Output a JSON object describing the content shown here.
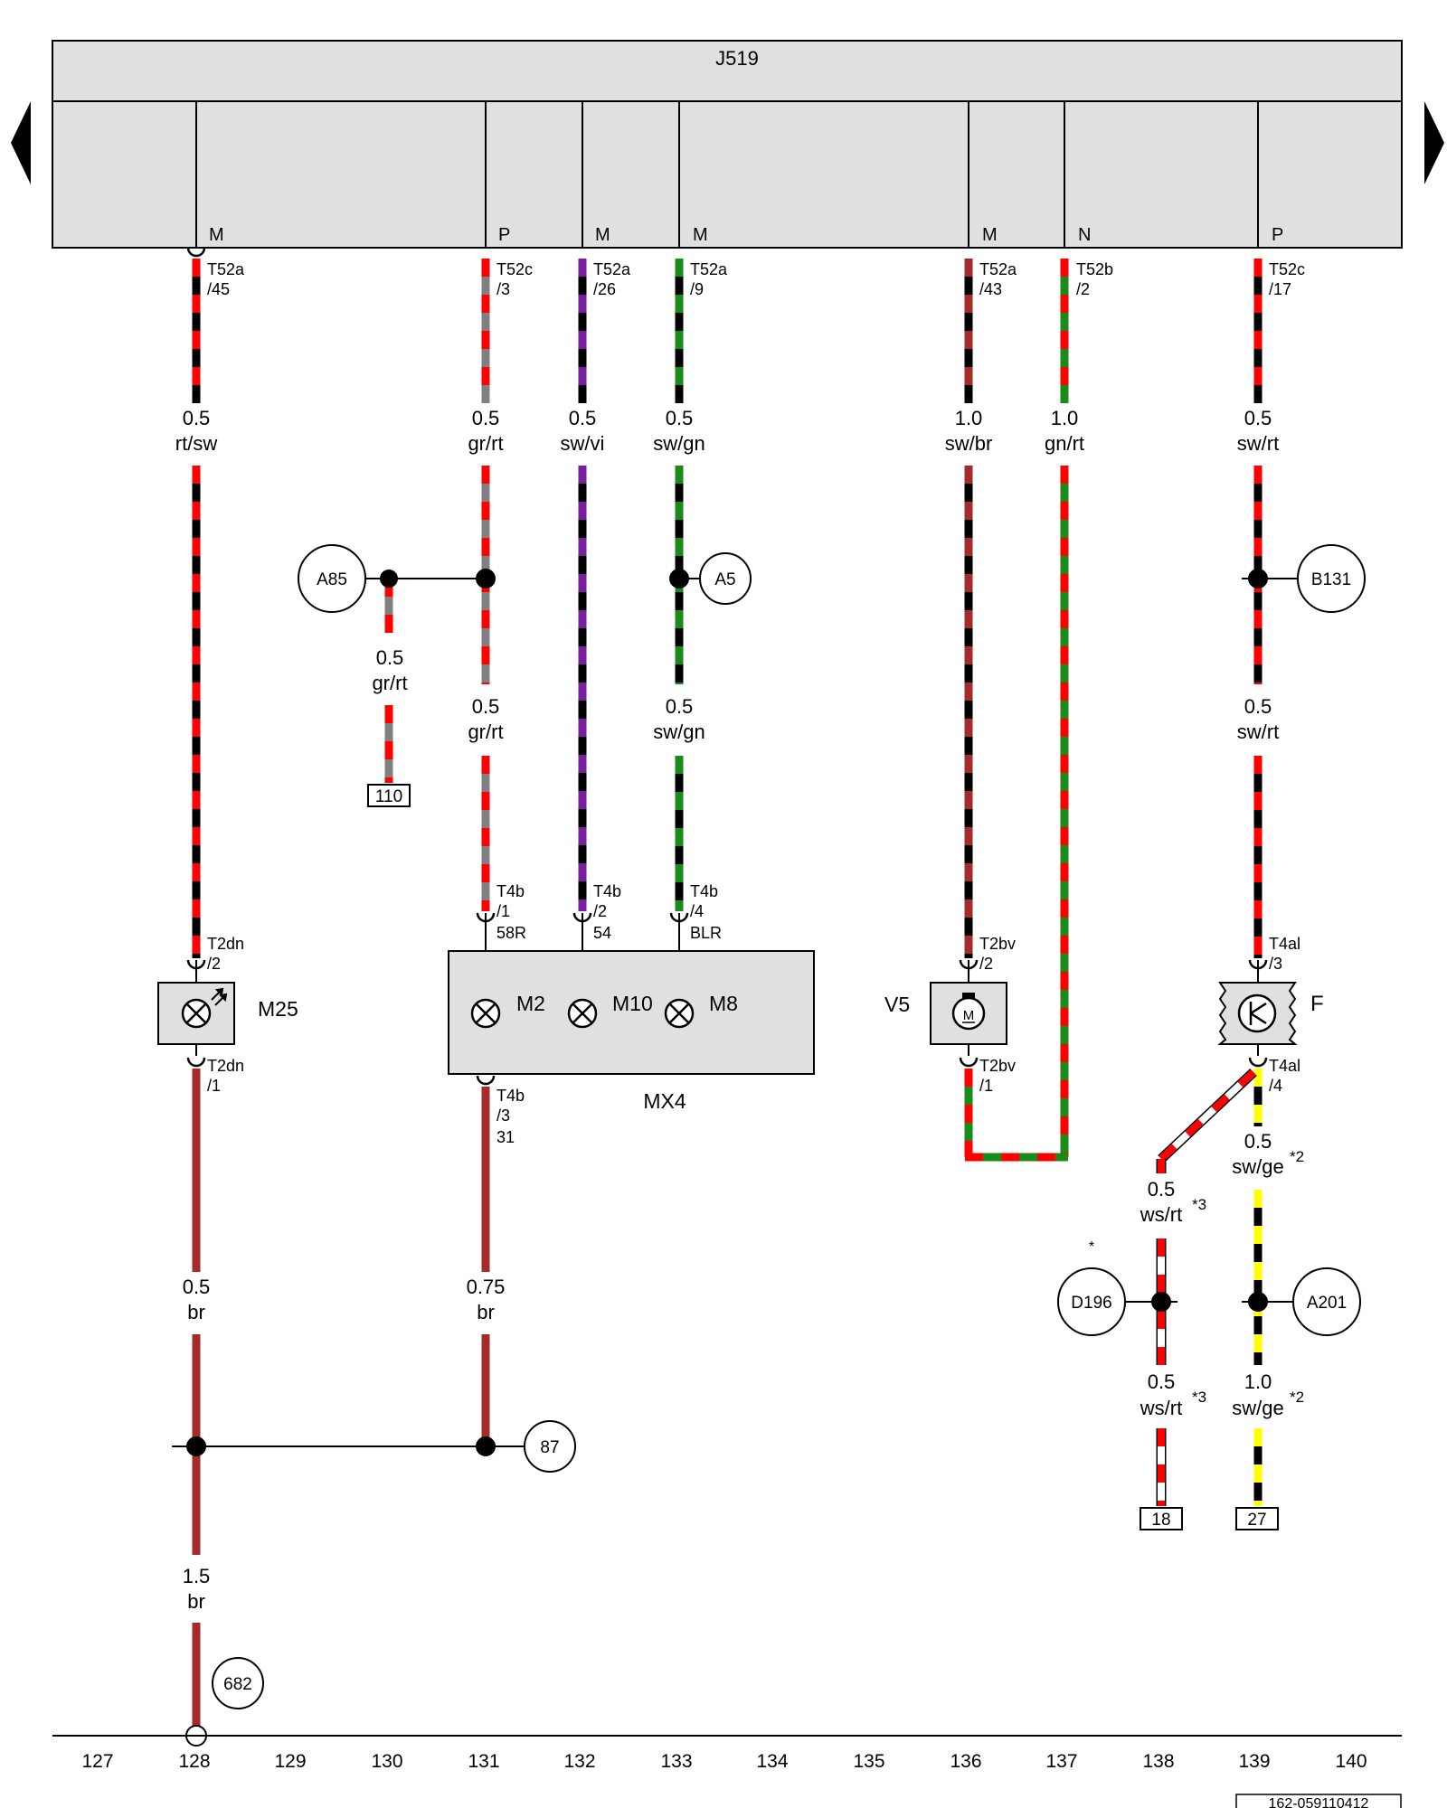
{
  "module": {
    "name": "J519"
  },
  "nav": {
    "prev_label": "",
    "next_label": ""
  },
  "diagram_id": "162-059110412",
  "columns": [
    "127",
    "128",
    "129",
    "130",
    "131",
    "132",
    "133",
    "134",
    "135",
    "136",
    "137",
    "138",
    "139",
    "140"
  ],
  "pins": [
    {
      "id": "p45",
      "letter": "M",
      "conn": "T52a",
      "num": "/45"
    },
    {
      "id": "p3c",
      "letter": "P",
      "conn": "T52c",
      "num": "/3"
    },
    {
      "id": "p26",
      "letter": "M",
      "conn": "T52a",
      "num": "/26"
    },
    {
      "id": "p9",
      "letter": "M",
      "conn": "T52a",
      "num": "/9"
    },
    {
      "id": "p43",
      "letter": "M",
      "conn": "T52a",
      "num": "/43"
    },
    {
      "id": "p2b",
      "letter": "N",
      "conn": "T52b",
      "num": "/2"
    },
    {
      "id": "p17",
      "letter": "P",
      "conn": "T52c",
      "num": "/17"
    }
  ],
  "wire_labels": [
    {
      "size": "0.5",
      "color": "rt/sw"
    },
    {
      "size": "0.5",
      "color": "gr/rt"
    },
    {
      "size": "0.5",
      "color": "sw/vi"
    },
    {
      "size": "0.5",
      "color": "sw/gn"
    },
    {
      "size": "1.0",
      "color": "sw/br"
    },
    {
      "size": "1.0",
      "color": "gn/rt"
    },
    {
      "size": "0.5",
      "color": "sw/rt"
    },
    {
      "size": "0.5",
      "color": "gr/rt"
    },
    {
      "size": "0.5",
      "color": "gr/rt"
    },
    {
      "size": "0.5",
      "color": "sw/gn"
    },
    {
      "size": "0.5",
      "color": "sw/rt"
    },
    {
      "size": "0.5",
      "color": "sw/ge",
      "note": "*2"
    },
    {
      "size": "0.5",
      "color": "ws/rt",
      "note": "*3"
    },
    {
      "size": "0.5",
      "color": "br"
    },
    {
      "size": "0.75",
      "color": "br"
    },
    {
      "size": "0.5",
      "color": "ws/rt",
      "note": "*3"
    },
    {
      "size": "1.0",
      "color": "sw/ge",
      "note": "*2"
    },
    {
      "size": "1.5",
      "color": "br"
    }
  ],
  "connectors": [
    {
      "id": "T2dn2",
      "name": "T2dn",
      "pin": "/2",
      "extra": ""
    },
    {
      "id": "T2dn1",
      "name": "T2dn",
      "pin": "/1",
      "extra": ""
    },
    {
      "id": "T4b1",
      "name": "T4b",
      "pin": "/1",
      "extra": "58R"
    },
    {
      "id": "T4b2",
      "name": "T4b",
      "pin": "/2",
      "extra": "54"
    },
    {
      "id": "T4b4",
      "name": "T4b",
      "pin": "/4",
      "extra": "BLR"
    },
    {
      "id": "T4b3",
      "name": "T4b",
      "pin": "/3",
      "extra": "31"
    },
    {
      "id": "T2bv2",
      "name": "T2bv",
      "pin": "/2",
      "extra": ""
    },
    {
      "id": "T2bv1",
      "name": "T2bv",
      "pin": "/1",
      "extra": ""
    },
    {
      "id": "T4al3",
      "name": "T4al",
      "pin": "/3",
      "extra": ""
    },
    {
      "id": "T4al4",
      "name": "T4al",
      "pin": "/4",
      "extra": ""
    }
  ],
  "components": {
    "m25": {
      "label": "M25"
    },
    "mx4": {
      "label": "MX4"
    },
    "m2": {
      "label": "M2"
    },
    "m10": {
      "label": "M10"
    },
    "m8": {
      "label": "M8"
    },
    "v5": {
      "label": "V5"
    },
    "motor_symbol": "M",
    "f": {
      "label": "F"
    }
  },
  "circles": [
    {
      "id": "A85",
      "label": "A85"
    },
    {
      "id": "A5",
      "label": "A5"
    },
    {
      "id": "B131",
      "label": "B131"
    },
    {
      "id": "D196",
      "label": "D196",
      "star": "*"
    },
    {
      "id": "A201",
      "label": "A201"
    },
    {
      "id": "c87",
      "label": "87"
    },
    {
      "id": "c682",
      "label": "682"
    }
  ],
  "refs": [
    {
      "id": "r110",
      "label": "110"
    },
    {
      "id": "r18",
      "label": "18"
    },
    {
      "id": "r27",
      "label": "27"
    }
  ],
  "wire_colors": {
    "black": "#000000",
    "red": "#ff0000",
    "grey": "#808080",
    "violet": "#7b1fa2",
    "green": "#1a8a1a",
    "brown": "#a52a2a",
    "white": "#ffffff",
    "yellow": "#ffff00"
  },
  "module_fill": "#e0e0e0"
}
